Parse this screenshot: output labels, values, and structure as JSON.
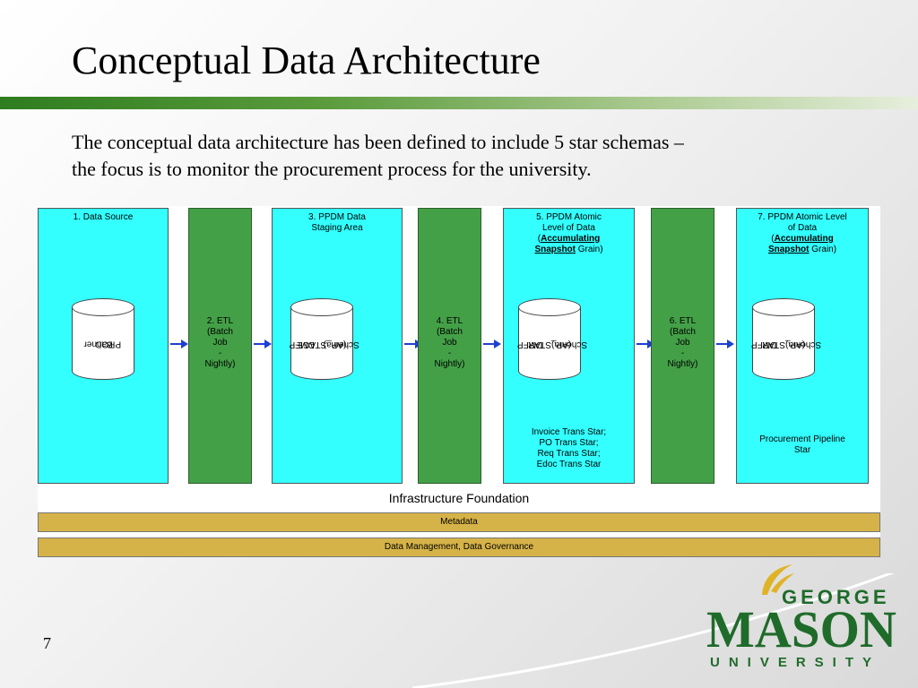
{
  "slide": {
    "title": "Conceptual Data Architecture",
    "intro_line1": "The conceptual data architecture has been defined to include 5 star schemas –",
    "intro_line2": "the focus is to monitor the procurement process for the university.",
    "page_number": "7"
  },
  "diagram": {
    "source": {
      "label": "1. Data Source",
      "cyl_line1": "Banner",
      "cyl_line2": "PROD"
    },
    "etl1": {
      "line1": "2. ETL",
      "line2": "(Batch",
      "line3": "Job",
      "line4": "-",
      "line5": "Nightly)"
    },
    "staging": {
      "label_line1": "3. PPDM Data",
      "label_line2": "Staging Area",
      "cyl_line1": "DMFP",
      "cyl_line2": "(AP_STAGE",
      "cyl_line3": "Schema)"
    },
    "etl2": {
      "line1": "4. ETL",
      "line2": "(Batch",
      "line3": "Job",
      "line4": "-",
      "line5": "Nightly)"
    },
    "atomic5": {
      "label_line1": "5. PPDM Atomic",
      "label_line2": "Level of Data",
      "label_paren_open": "(",
      "label_bold1": "Accumulating",
      "label_bold2": "Snapshot",
      "label_tail": " Grain)",
      "cyl_line1": "DMFP",
      "cyl_line2": "(AP_STAR",
      "cyl_line3": "Schema)",
      "stars_line1": "Invoice Trans Star;",
      "stars_line2": "PO Trans Star;",
      "stars_line3": "Req Trans Star;",
      "stars_line4": "Edoc Trans Star"
    },
    "etl3": {
      "line1": "6. ETL",
      "line2": "(Batch",
      "line3": "Job",
      "line4": "-",
      "line5": "Nightly)"
    },
    "atomic7": {
      "label_line1": "7. PPDM Atomic Level",
      "label_line2": "of Data",
      "label_paren_open": "(",
      "label_bold1": "Accumulating",
      "label_bold2": "Snapshot",
      "label_tail": " Grain)",
      "cyl_line1": "DMFP",
      "cyl_line2": "(AP_STAR",
      "cyl_line3": "Schema)",
      "stars_line1": "Procurement Pipeline",
      "stars_line2": "Star"
    },
    "infrastructure": "Infrastructure Foundation",
    "metadata": "Metadata",
    "governance": "Data Management, Data Governance"
  },
  "logo": {
    "george": "GEORGE",
    "mason": "MASON",
    "university": "UNIVERSITY"
  },
  "colors": {
    "cyan_box": "#33ffff",
    "green_box": "#43a047",
    "band": "#d6b348",
    "arrow": "#1f3fd1",
    "gmu_green": "#1f6b2a",
    "gmu_gold": "#e0b326"
  }
}
